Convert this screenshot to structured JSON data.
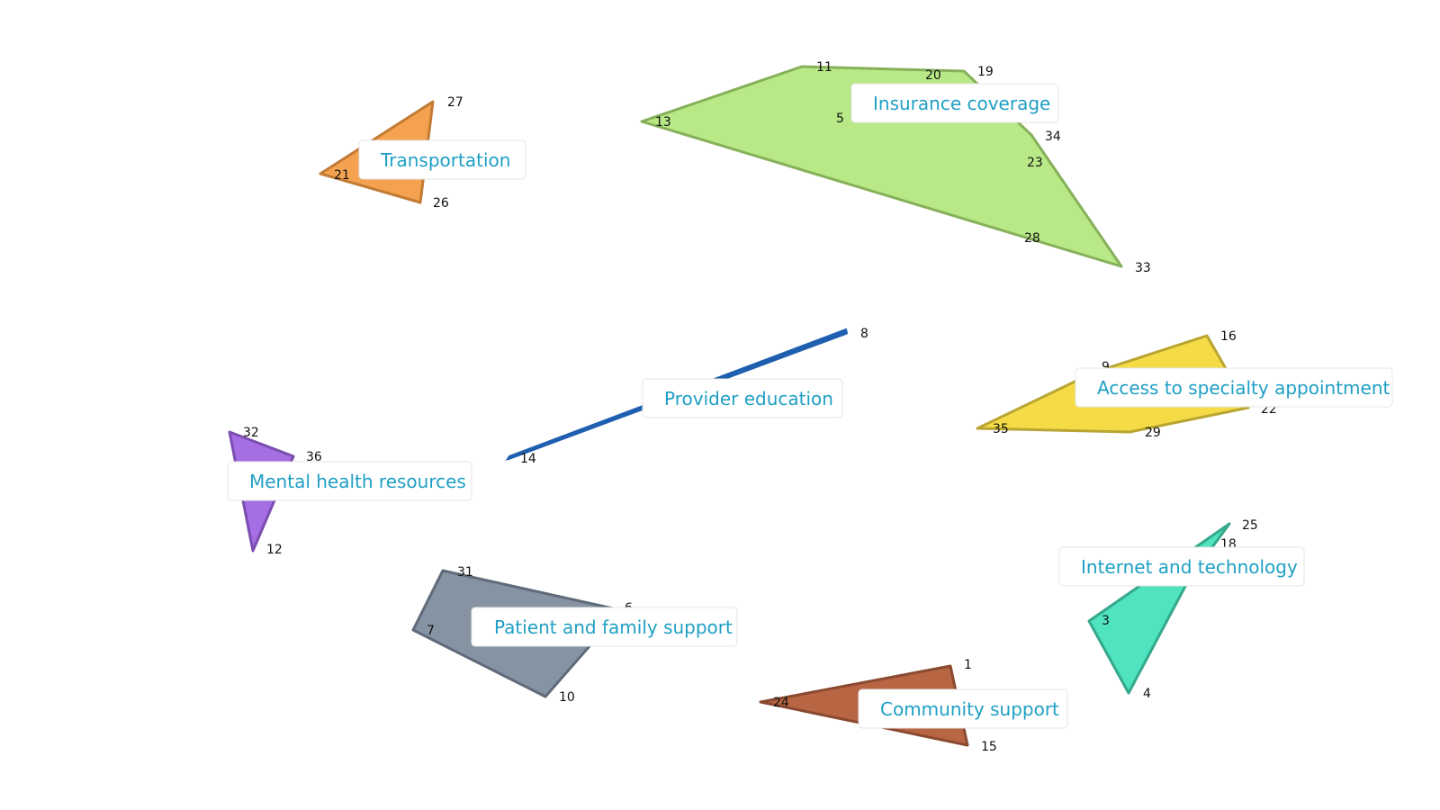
{
  "groups": [
    {
      "id": "insurance",
      "label": "Insurance coverage",
      "color": "#b8e986",
      "stroke": "#86b05a",
      "nodes": [
        "11",
        "20",
        "19",
        "5",
        "34",
        "23",
        "28",
        "33",
        "13"
      ]
    },
    {
      "id": "transportation",
      "label": "Transportation",
      "color": "#f4a24f",
      "stroke": "#c27a34",
      "nodes": [
        "27",
        "21",
        "26"
      ]
    },
    {
      "id": "provider-education",
      "label": "Provider education",
      "color": "#1f5fb0",
      "stroke": "#1f5fb0",
      "nodes": [
        "8",
        "14"
      ]
    },
    {
      "id": "access-specialty",
      "label": "Access to specialty appointment",
      "color": "#f5dc47",
      "stroke": "#b9a532",
      "nodes": [
        "16",
        "9",
        "22",
        "35",
        "29"
      ]
    },
    {
      "id": "mental-health",
      "label": "Mental health resources",
      "color": "#a56ee3",
      "stroke": "#7a4db0",
      "nodes": [
        "32",
        "36",
        "12"
      ]
    },
    {
      "id": "internet-tech",
      "label": "Internet and technology",
      "color": "#4fe3bf",
      "stroke": "#35a88b",
      "nodes": [
        "25",
        "18",
        "3",
        "4"
      ]
    },
    {
      "id": "patient-family",
      "label": "Patient and family support",
      "color": "#8593a3",
      "stroke": "#5f6b7a",
      "nodes": [
        "31",
        "6",
        "7",
        "10"
      ]
    },
    {
      "id": "community",
      "label": "Community support",
      "color": "#b86544",
      "stroke": "#8a4a30",
      "nodes": [
        "1",
        "24",
        "15"
      ]
    }
  ]
}
